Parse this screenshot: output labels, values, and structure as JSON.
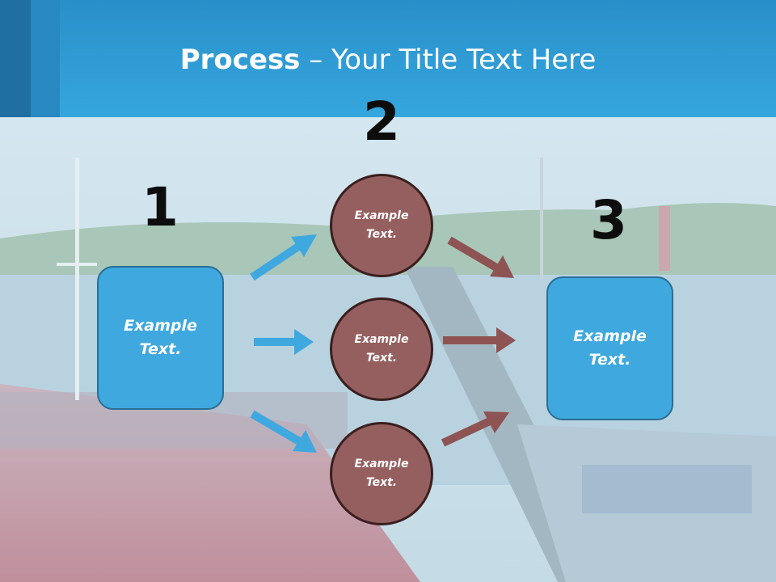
{
  "title": {
    "bold": "Process",
    "rest": " – Your Title Text Here"
  },
  "steps": [
    {
      "number": "1",
      "label": "Example\nText."
    },
    {
      "number": "2",
      "labels": [
        "Example\nText.",
        "Example\nText.",
        "Example\nText."
      ]
    },
    {
      "number": "3",
      "label": "Example\nText."
    }
  ],
  "colors": {
    "header": "#35a6de",
    "box_fill": "#3ea8df",
    "circle_fill": "#955f5f",
    "arrow_blue": "#3ea8df",
    "arrow_brown": "#8e5353"
  }
}
